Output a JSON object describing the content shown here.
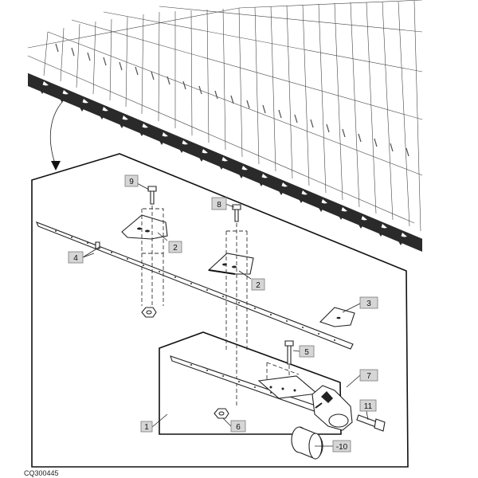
{
  "figure_id": "CQ300445",
  "callouts": [
    {
      "id": "c1",
      "label": "1"
    },
    {
      "id": "c2a",
      "label": "2"
    },
    {
      "id": "c2b",
      "label": "2"
    },
    {
      "id": "c3",
      "label": "3"
    },
    {
      "id": "c4",
      "label": "4"
    },
    {
      "id": "c5",
      "label": "5"
    },
    {
      "id": "c6",
      "label": "6"
    },
    {
      "id": "c7",
      "label": "7"
    },
    {
      "id": "c8",
      "label": "8"
    },
    {
      "id": "c9",
      "label": "9"
    },
    {
      "id": "c10",
      "label": "-10"
    },
    {
      "id": "c11",
      "label": "11"
    }
  ]
}
